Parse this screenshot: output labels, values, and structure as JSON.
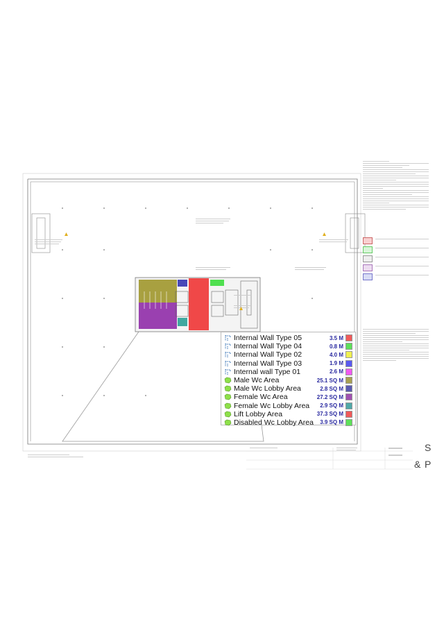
{
  "legend": {
    "items": [
      {
        "label": "Internal Wall Type 05",
        "value": "3.5 M",
        "color": "#f05a5a",
        "icon": "wall-polyline-icon"
      },
      {
        "label": "Internal Wall Type 04",
        "value": "0.8 M",
        "color": "#5ee05a",
        "icon": "wall-polyline-icon"
      },
      {
        "label": "Internal Wall Type 02",
        "value": "4.0 M",
        "color": "#f0f050",
        "icon": "wall-polyline-icon"
      },
      {
        "label": "Internal Wall Type 03",
        "value": "1.9 M",
        "color": "#5a5af0",
        "icon": "wall-polyline-icon"
      },
      {
        "label": "Internal wall Type 01",
        "value": "2.6 M",
        "color": "#f05af0",
        "icon": "wall-polyline-icon"
      },
      {
        "label": "Male Wc Area",
        "value": "25.1 SQ M",
        "color": "#a8a050",
        "icon": "area-icon"
      },
      {
        "label": "Male Wc Lobby Area",
        "value": "2.8 SQ M",
        "color": "#5a5ab0",
        "icon": "area-icon"
      },
      {
        "label": "Female Wc Area",
        "value": "27.2 SQ M",
        "color": "#a050b0",
        "icon": "area-icon"
      },
      {
        "label": "Female Wc Lobby Area",
        "value": "2.9 SQ M",
        "color": "#50a8a8",
        "icon": "area-icon"
      },
      {
        "label": "Lift Lobby Area",
        "value": "37.3 SQ M",
        "color": "#f05a5a",
        "icon": "area-icon"
      },
      {
        "label": "Disabled Wc Lobby Area",
        "value": "3.9 SQ M",
        "color": "#5ee05a",
        "icon": "area-icon"
      }
    ]
  },
  "title_block": {
    "logo_letters": "S & P"
  },
  "colors": {
    "male_wc": "#a8a040",
    "female_wc": "#9a40b0",
    "lift_lobby": "#f04848",
    "male_lobby": "#4848b8",
    "female_lobby": "#40a8a0",
    "disabled_lobby": "#50e050"
  }
}
